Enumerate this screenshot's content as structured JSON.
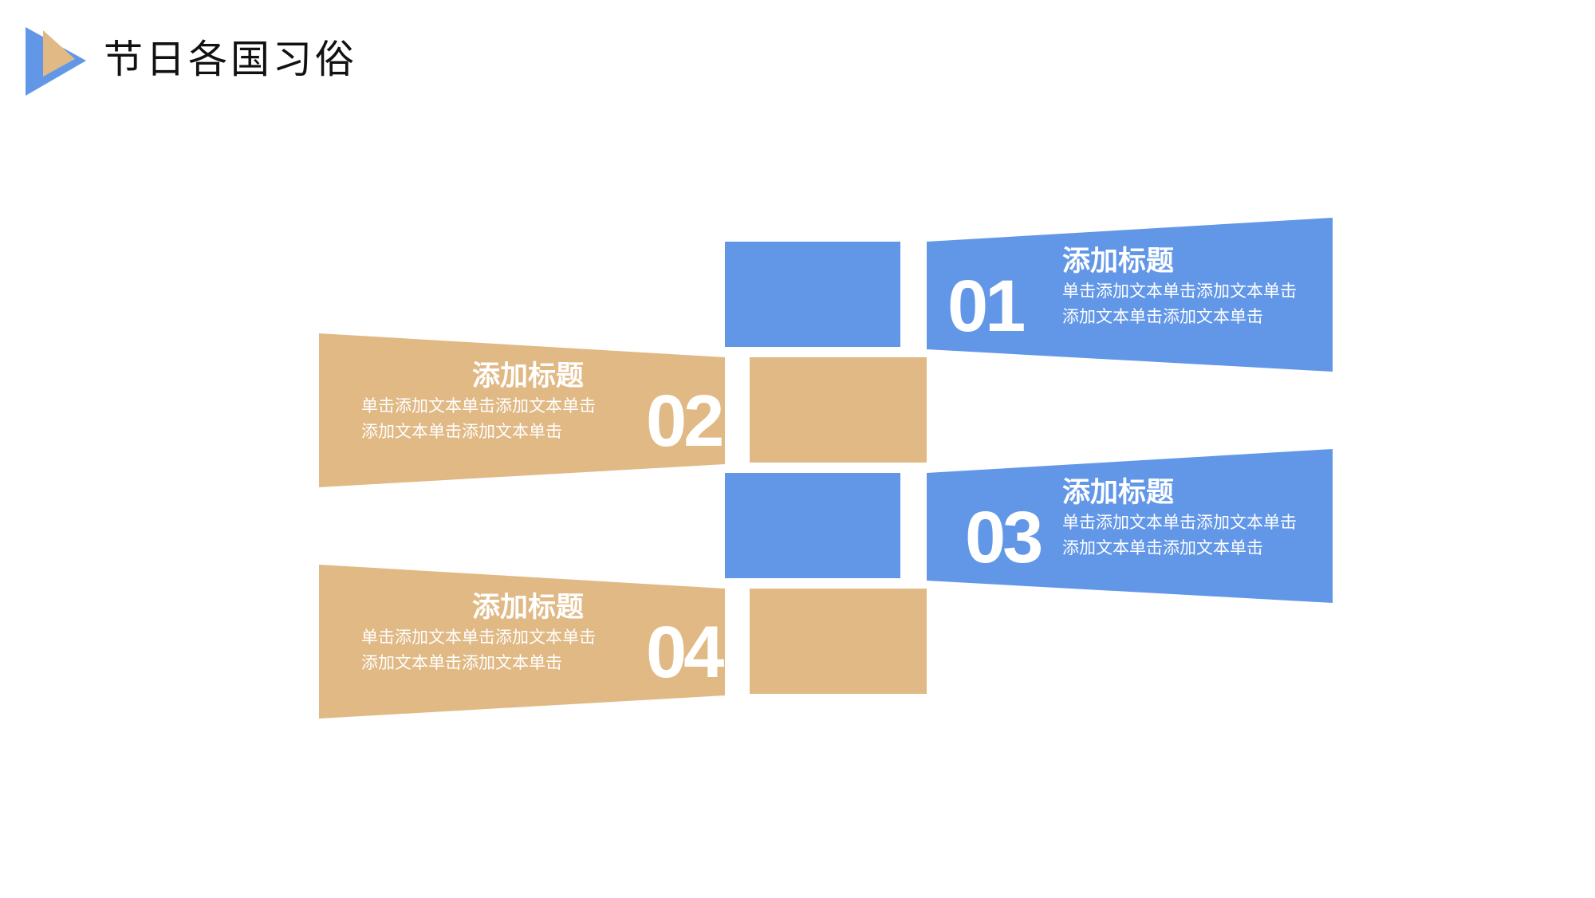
{
  "page": {
    "title": "节日各国习俗"
  },
  "colors": {
    "blue": "#6297E8",
    "tan": "#E0B985",
    "title_text": "#111111",
    "background": "#FFFFFF"
  },
  "icons": {
    "logo": "play-triangle-icon"
  },
  "items": [
    {
      "number": "01",
      "heading": "添加标题",
      "body": "单击添加文本单击添加文本单击添加文本单击添加文本单击",
      "color": "blue"
    },
    {
      "number": "02",
      "heading": "添加标题",
      "body": "单击添加文本单击添加文本单击添加文本单击添加文本单击",
      "color": "tan"
    },
    {
      "number": "03",
      "heading": "添加标题",
      "body": "单击添加文本单击添加文本单击添加文本单击添加文本单击",
      "color": "blue"
    },
    {
      "number": "04",
      "heading": "添加标题",
      "body": "单击添加文本单击添加文本单击添加文本单击添加文本单击",
      "color": "tan"
    }
  ]
}
